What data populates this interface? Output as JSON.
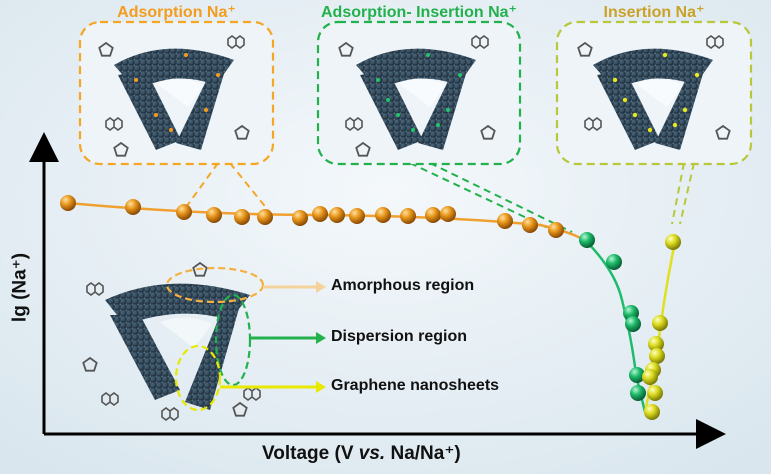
{
  "panels": {
    "adsorption": {
      "title": "Adsorption Na⁺",
      "color": "#F39C1E"
    },
    "adsorption_insertion": {
      "title": "Adsorption- Insertion Na⁺",
      "color": "#22B14C"
    },
    "insertion": {
      "title": "Insertion Na⁺",
      "color": "#C9A227"
    }
  },
  "axes": {
    "y_label": "lg (Na⁺)",
    "x_label_prefix": "Voltage (V ",
    "x_label_italic": "vs.",
    "x_label_suffix": " Na/Na⁺)"
  },
  "legend": {
    "items": [
      {
        "label": "Amorphous region",
        "color": "#F5B042"
      },
      {
        "label": "Dispersion region",
        "color": "#22B14C"
      },
      {
        "label": "Graphene nanosheets",
        "color": "#E8E800"
      }
    ]
  },
  "colors": {
    "orange_ball": "#E8961A",
    "green_ball": "#1DBB6A",
    "yellow_ball": "#D8D81A",
    "background": "#E4EEF4"
  }
}
